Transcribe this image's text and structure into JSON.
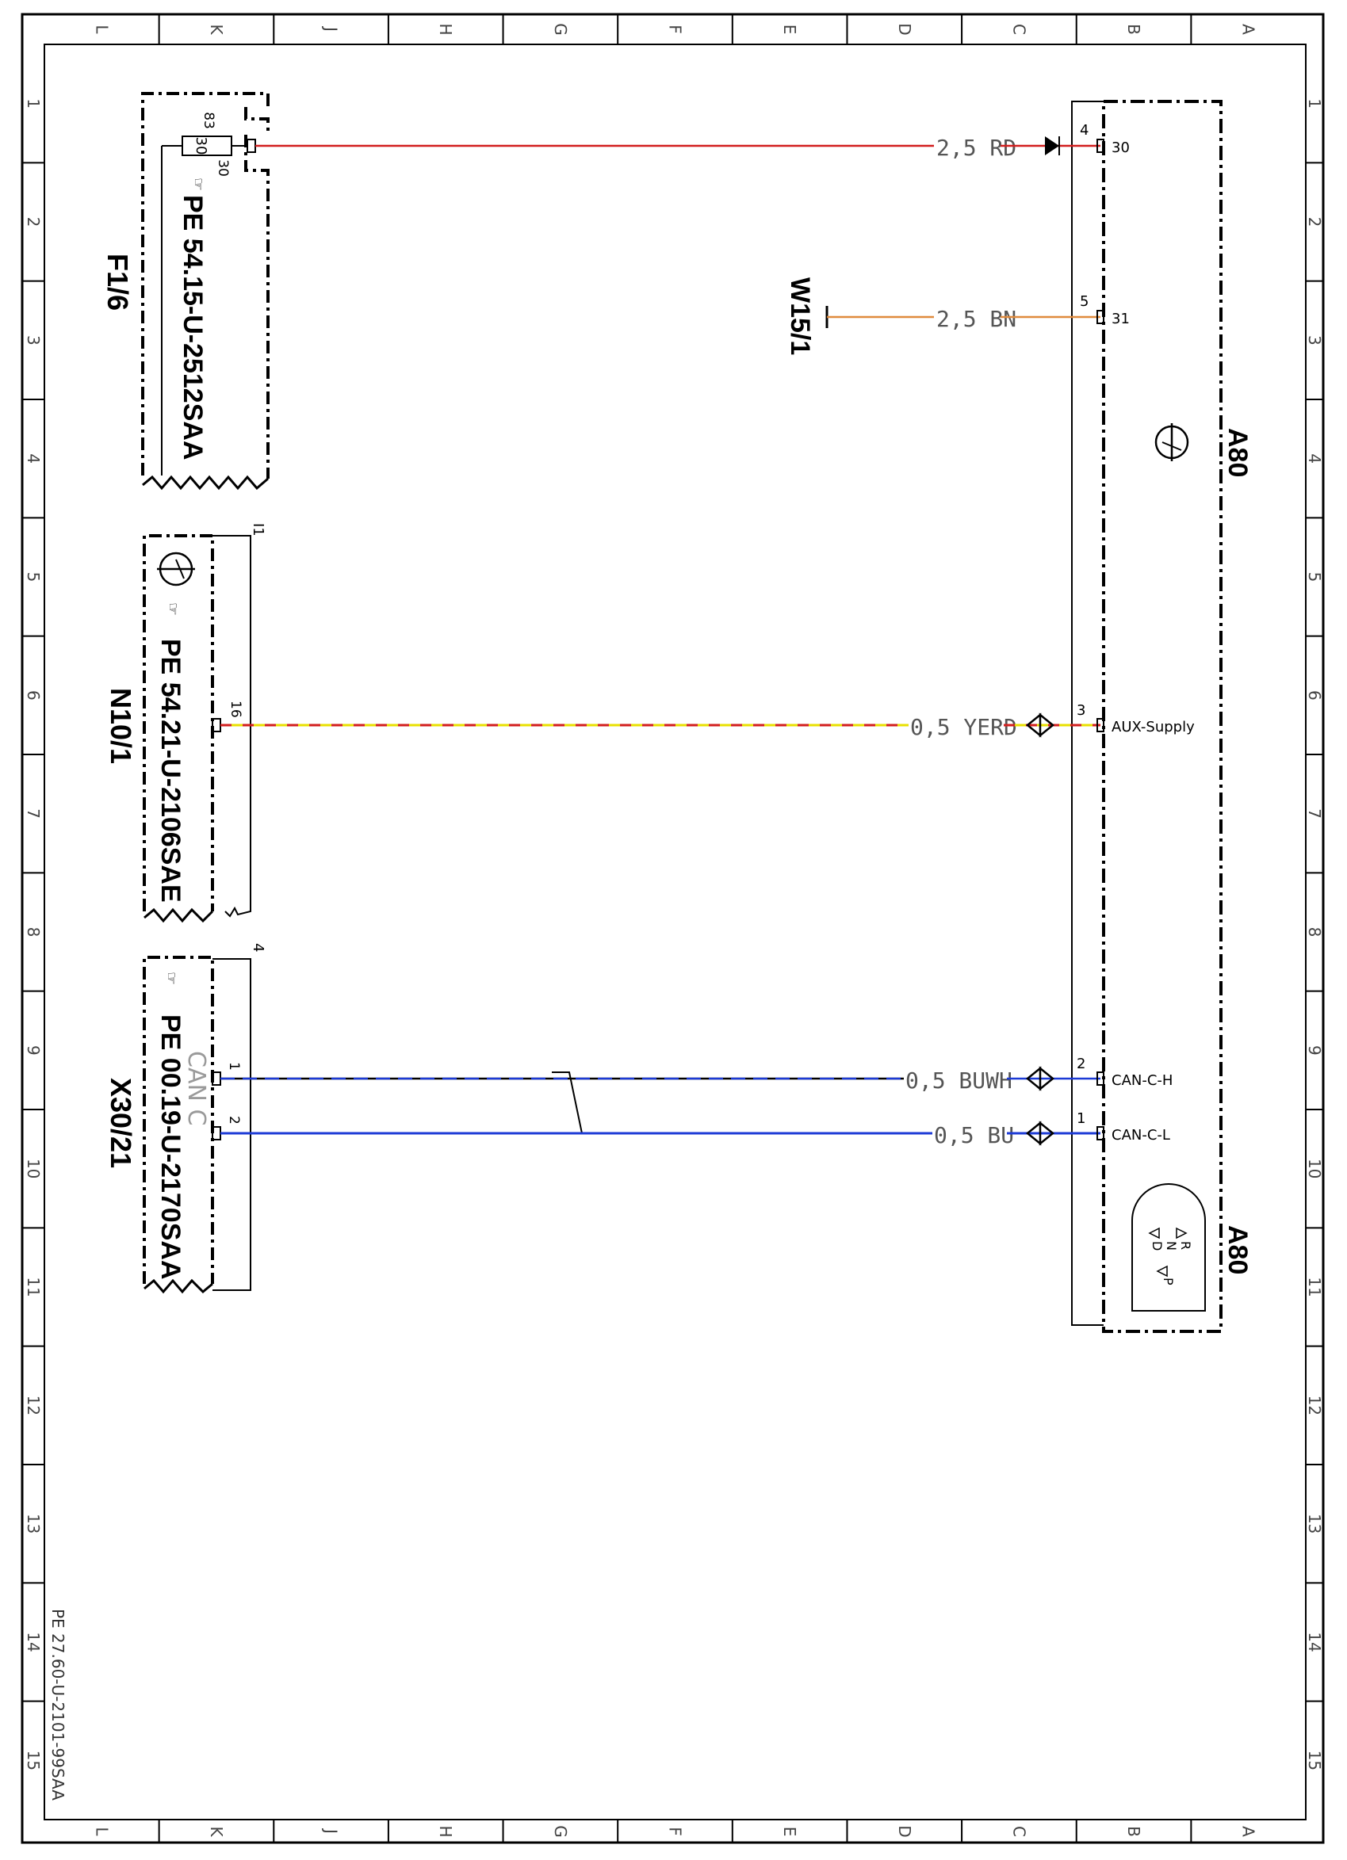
{
  "grid": {
    "columns": [
      "L",
      "K",
      "J",
      "H",
      "G",
      "F",
      "E",
      "D",
      "C",
      "B",
      "A"
    ],
    "rows": [
      "1",
      "2",
      "3",
      "4",
      "5",
      "6",
      "7",
      "8",
      "9",
      "10",
      "11",
      "12",
      "13",
      "14",
      "15"
    ]
  },
  "components": {
    "fuse_box": {
      "name": "F1/6",
      "ref": "PE 54.15-U-2512SAA",
      "fuse_rating": "30",
      "pin_in": "83",
      "pin_out": "30"
    },
    "ground": {
      "name": "W15/1"
    },
    "module_n10": {
      "name": "N10/1",
      "ref": "PE 54.21-U-2106SAE",
      "pin": "16",
      "marker": "I1"
    },
    "connector_x30": {
      "name": "X30/21",
      "ref": "PE 00.19-U-2170SAA",
      "bus": "CAN C",
      "pin1": "1",
      "pin2": "2",
      "marker": "4"
    },
    "module_a80_top": {
      "name": "A80"
    },
    "module_a80_bottom": {
      "name": "A80",
      "gear_r": "R",
      "gear_n": "N",
      "gear_d": "D",
      "gear_p": "P"
    }
  },
  "wires": [
    {
      "id": "w1",
      "label": "2,5 RD",
      "pin": "4",
      "signal": "30",
      "color": "#d21e1e"
    },
    {
      "id": "w2",
      "label": "2,5 BN",
      "pin": "5",
      "signal": "31",
      "color": "#e08a3c"
    },
    {
      "id": "w3",
      "label": "0,5 YERD",
      "pin": "3",
      "signal": "AUX-Supply",
      "color": "#e8e000",
      "color2": "#d21e1e"
    },
    {
      "id": "w4",
      "label": "0,5 BUWH",
      "pin": "2",
      "signal": "CAN-C-H",
      "color": "#1c3ad6"
    },
    {
      "id": "w5",
      "label": "0,5 BU",
      "pin": "1",
      "signal": "CAN-C-L",
      "color": "#1c3ad6"
    }
  ],
  "footer": {
    "doc_ref": "PE 27.60-U-2101-99SAA"
  }
}
